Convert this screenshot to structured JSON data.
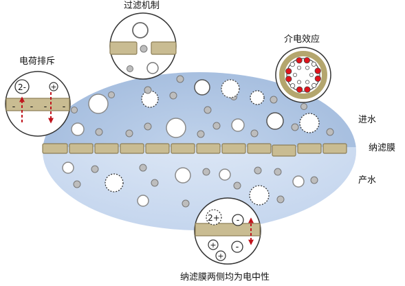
{
  "labels": {
    "filtration": "过滤机制",
    "dielectric": "介电效应",
    "charge_repulsion": "电荷排斥",
    "feed_water": "进水",
    "membrane": "纳滤膜",
    "product_water": "产水",
    "neutral_sides": "纳滤膜两侧均为电中性"
  },
  "ion_symbols": {
    "divalent_anion": "2-",
    "monovalent_cation": "+",
    "divalent_cation": "2+",
    "monovalent_anion": "-",
    "surface_charge": "-"
  },
  "colors": {
    "feed_zone": "#aec4e2",
    "product_zone": "#d4e1f2",
    "membrane_fill": "#c9bc92",
    "membrane_stroke": "#8b7d55",
    "arrow": "#c0141c",
    "dielectric_ion": "#e0141c",
    "small_ion": "#bdbdbd"
  }
}
